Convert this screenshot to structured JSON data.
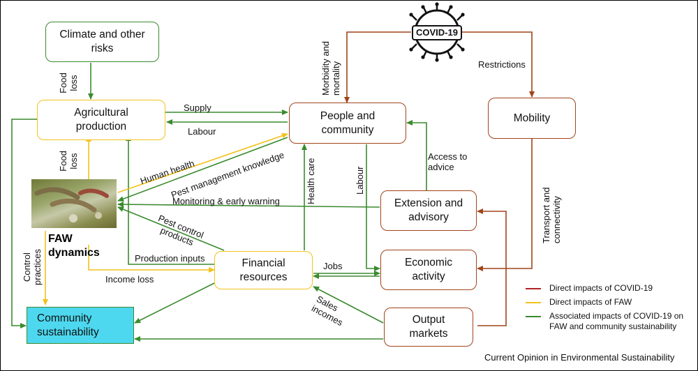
{
  "nodes": {
    "climate": "Climate and other risks",
    "agri": "Agricultural production",
    "people": "People and community",
    "mobility": "Mobility",
    "extension": "Extension and advisory",
    "economic": "Economic activity",
    "financial": "Financial resources",
    "output": "Output markets",
    "community": "Community sustainability",
    "faw": "FAW dynamics",
    "covid": "COVID-19"
  },
  "edges": {
    "food_loss_top": "Food loss",
    "food_loss_side": "Food loss",
    "supply": "Supply",
    "labour_agri": "Labour",
    "morbidity": "Morbidity and mortality",
    "restrictions": "Restrictions",
    "human_health": "Human health",
    "pest_knowledge": "Pest management knowledge",
    "health_care": "Health care",
    "labour_people": "Labour",
    "access_advice": "Access to advice",
    "monitoring": "Monitoring & early warning",
    "pest_products": "Pest control products",
    "transport": "Transport and connectivity",
    "production_inputs": "Production inputs",
    "jobs": "Jobs",
    "income_loss": "Income loss",
    "control_practices": "Control practices",
    "sales_incomes": "Sales incomes"
  },
  "legend": [
    {
      "color": "#b22222",
      "text": "Direct impacts of COVID-19"
    },
    {
      "color": "#f2c21b",
      "text": "Direct impacts of FAW"
    },
    {
      "color": "#3a8a2e",
      "text": "Associated impacts of COVID-19 on FAW and community sustainability"
    }
  ],
  "colors": {
    "covid": "#a0441a",
    "faw": "#f2c21b",
    "associated": "#3a8a2e",
    "community_fill": "#4dd8f0"
  },
  "source": "Current Opinion in Environmental Sustainability"
}
